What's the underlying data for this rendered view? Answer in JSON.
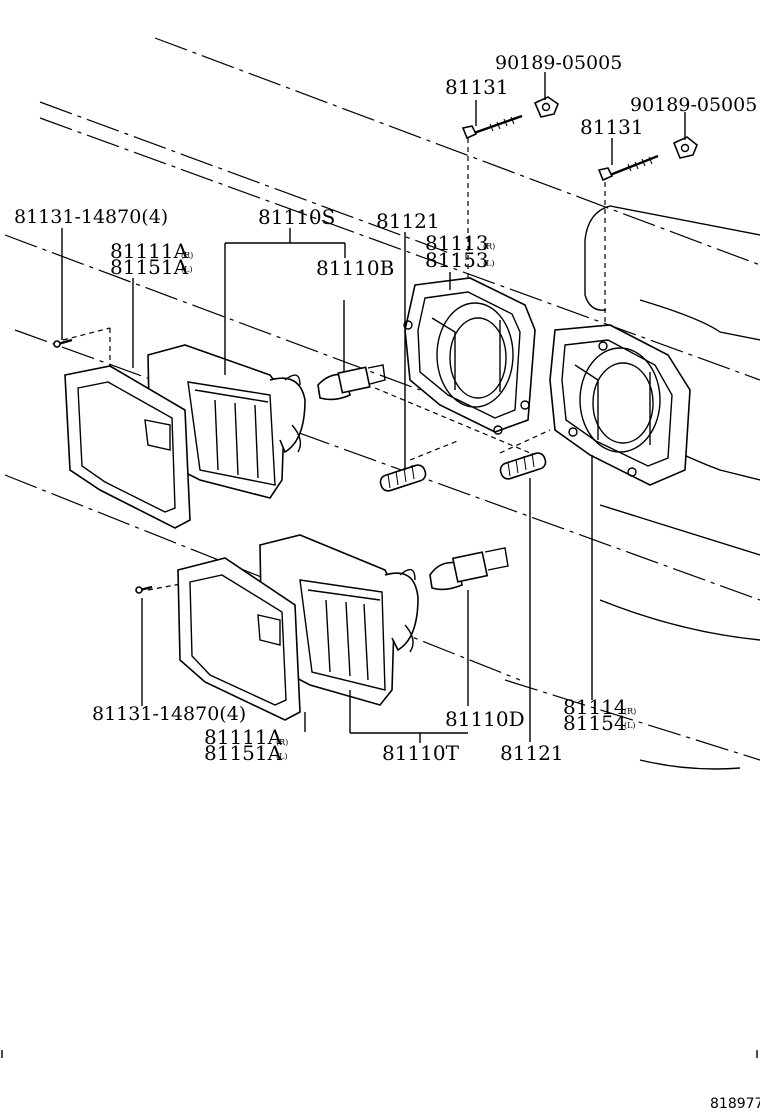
{
  "labels": {
    "nut_part_1": "90189-05005",
    "bolt_part_1": "81131",
    "nut_part_2": "90189-05005",
    "bolt_part_2": "81131",
    "screw_upper": "81131-14870(4)",
    "headlamp_assy_upper": "81110S",
    "spring_upper": "81121",
    "housing_lh": "81113",
    "housing_lh_suffix": "(R)",
    "housing_rh": "81153",
    "housing_rh_suffix": "(L)",
    "rim_upper_1": "81111A",
    "rim_upper_1_suffix": "(R)",
    "rim_upper_2": "81151A",
    "rim_upper_2_suffix": "(L)",
    "bulb_upper": "81110B",
    "housing_lower_1": "81114",
    "housing_lower_1_suffix": "(R)",
    "housing_lower_2": "81154",
    "housing_lower_2_suffix": "(L)",
    "screw_lower": "81131-14870(4)",
    "bulb_lower": "81110D",
    "rim_lower_1": "81111A",
    "rim_lower_1_suffix": "(R)",
    "rim_lower_2": "81151A",
    "rim_lower_2_suffix": "(L)",
    "headlamp_assy_lower": "81110T",
    "spring_lower": "81121",
    "figure_number": "818977"
  }
}
